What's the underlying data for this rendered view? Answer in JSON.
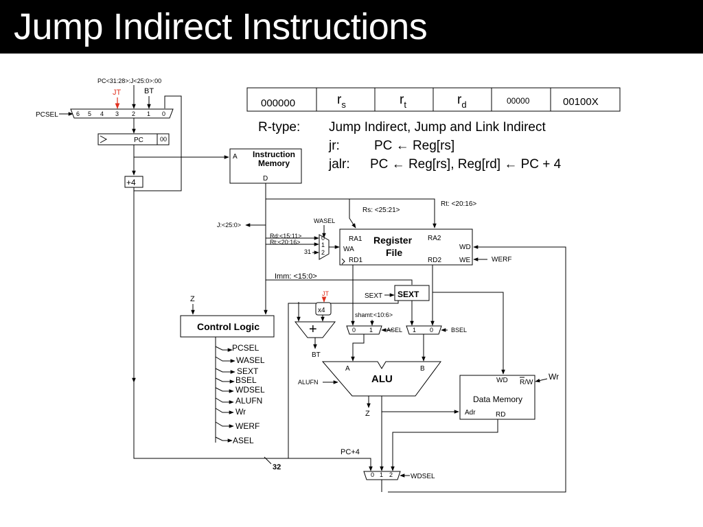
{
  "title": "Jump Indirect Instructions",
  "instruction_format": {
    "fields": [
      "000000",
      "r",
      "r",
      "r",
      "00000",
      "00100X"
    ],
    "subscripts": [
      "s",
      "t",
      "d"
    ]
  },
  "description": {
    "type": "R-type:",
    "summary": "Jump Indirect, Jump and Link Indirect",
    "jr_op": "jr:",
    "jr_expr": "PC ←  Reg[rs]",
    "jalr_op": "jalr:",
    "jalr_expr": "PC ←  Reg[rs], Reg[rd] ← PC + 4"
  },
  "pc_section": {
    "concat_label": "PC<31:28>:J<25:0>:00",
    "jt": "JT",
    "bt": "BT",
    "pcsel": "PCSEL",
    "mux_inputs": [
      "6",
      "5",
      "4",
      "3",
      "2",
      "1",
      "0"
    ],
    "pc_label": "PC",
    "pc_low_bits": "00",
    "plus4": "+4"
  },
  "imem": {
    "title_line1": "Instruction",
    "title_line2": "Memory",
    "port_a": "A",
    "port_d": "D"
  },
  "fields": {
    "rs": "Rs: <25:21>",
    "rt": "Rt: <20:16>",
    "j": "J:<25:0>",
    "rd": "Rd:<15:11>",
    "rt2": "Rt:<20:16>",
    "const31": "31",
    "imm": "Imm: <15:0>",
    "shamt": "shamt:<10:6>"
  },
  "wasel_mux": {
    "label": "WASEL",
    "inputs": [
      "0",
      "1",
      "2"
    ]
  },
  "register_file": {
    "title_line1": "Register",
    "title_line2": "File",
    "ra1": "RA1",
    "ra2": "RA2",
    "wa": "WA",
    "wd": "WD",
    "rd1": "RD1",
    "rd2": "RD2",
    "we": "WE",
    "werf": "WERF"
  },
  "sext": {
    "ctl": "SEXT",
    "label": "SEXT"
  },
  "branch": {
    "jt": "JT",
    "x4": "x4",
    "plus": "+",
    "bt": "BT"
  },
  "asel_mux": {
    "inputs": [
      "0",
      "1"
    ],
    "label": "ASEL"
  },
  "bsel_mux": {
    "inputs": [
      "1",
      "0"
    ],
    "label": "BSEL"
  },
  "alu": {
    "label": "ALU",
    "a": "A",
    "b": "B",
    "alufn": "ALUFN",
    "z": "Z"
  },
  "control": {
    "title": "Control Logic",
    "z": "Z",
    "outputs": [
      "PCSEL",
      "WASEL",
      "SEXT",
      "BSEL",
      "WDSEL",
      "ALUFN",
      "Wr",
      "WERF",
      "ASEL"
    ]
  },
  "data_memory": {
    "title": "Data Memory",
    "wd": "WD",
    "rw": "R/W",
    "wr": "Wr",
    "adr": "Adr",
    "rd": "RD"
  },
  "wdsel_mux": {
    "inputs": [
      "0",
      "1",
      "2"
    ],
    "label": "WDSEL",
    "pc4": "PC+4"
  },
  "bus_width": "32"
}
